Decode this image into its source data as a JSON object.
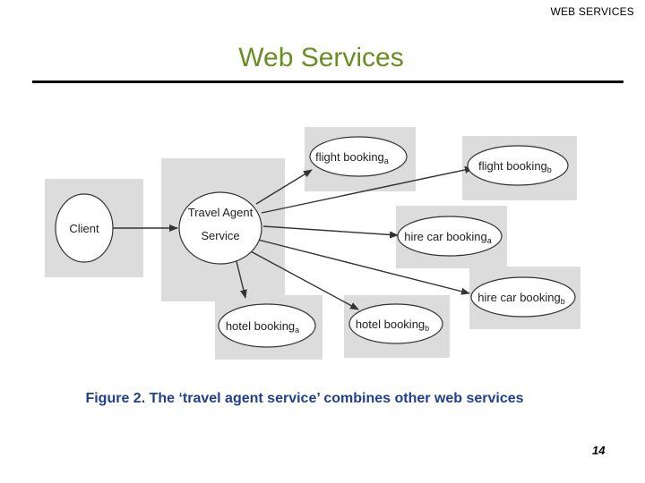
{
  "header": {
    "section_label": "WEB SERVICES"
  },
  "slide": {
    "title": "Web Services",
    "page_number": "14"
  },
  "figure": {
    "caption": "Figure 2. The ‘travel agent service’ combines other web services",
    "nodes": {
      "client": {
        "label": "Client"
      },
      "travel_agent": {
        "line1": "Travel Agent",
        "line2": "Service"
      },
      "flight_a": {
        "label": "flight booking",
        "sub": "a"
      },
      "flight_b": {
        "label": "flight booking",
        "sub": "b"
      },
      "car_a": {
        "label": "hire car booking",
        "sub": "a"
      },
      "car_b": {
        "label": "hire car booking",
        "sub": "b"
      },
      "hotel_a": {
        "label": "hotel booking",
        "sub": "a"
      },
      "hotel_b": {
        "label": "hotel booking",
        "sub": "b"
      }
    },
    "edges": [
      {
        "from": "client",
        "to": "travel_agent"
      },
      {
        "from": "travel_agent",
        "to": "flight_a"
      },
      {
        "from": "travel_agent",
        "to": "flight_b"
      },
      {
        "from": "travel_agent",
        "to": "car_a"
      },
      {
        "from": "travel_agent",
        "to": "car_b"
      },
      {
        "from": "travel_agent",
        "to": "hotel_a"
      },
      {
        "from": "travel_agent",
        "to": "hotel_b"
      }
    ],
    "colors": {
      "node_fill": "#ffffff",
      "node_stroke": "#333333",
      "backdrop": "#dcdcdc",
      "edge": "#333333"
    }
  },
  "colors": {
    "title": "#6b8e23",
    "caption": "#1f3f8f"
  }
}
